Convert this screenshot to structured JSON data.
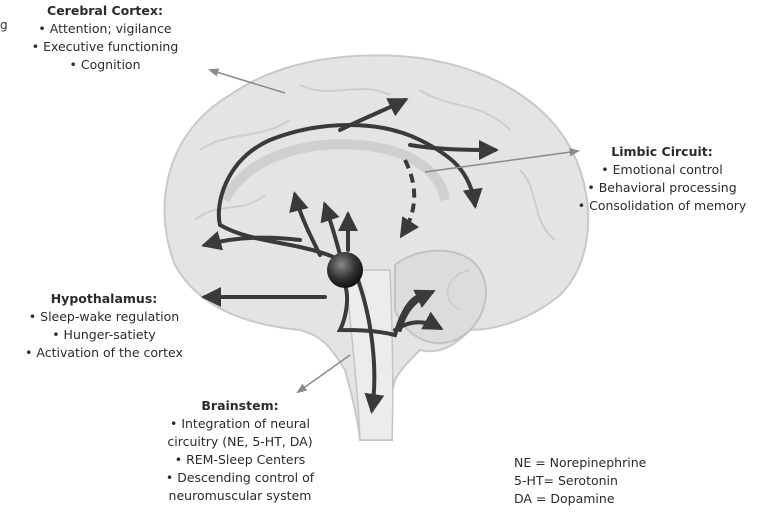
{
  "corner_text": "g",
  "cortex": {
    "title": "Cerebral Cortex:",
    "items": [
      "Attention; vigilance",
      "Executive functioning",
      "Cognition"
    ]
  },
  "limbic": {
    "title": "Limbic Circuit:",
    "items": [
      "Emotional control",
      "Behavioral processing",
      "Consolidation of memory"
    ]
  },
  "hypothalamus": {
    "title": "Hypothalamus:",
    "items": [
      "Sleep-wake regulation",
      "Hunger-satiety",
      "Activation of the cortex"
    ]
  },
  "brainstem": {
    "title": "Brainstem:",
    "items": [
      "Integration of neural",
      "circuitry (NE, 5-HT, DA)",
      "REM-Sleep Centers",
      "Descending control of",
      "neuromuscular system"
    ]
  },
  "legend": {
    "items": [
      "NE = Norepinephrine",
      "5-HT= Serotonin",
      "DA = Dopamine"
    ]
  },
  "colors": {
    "brain_fill": "#e4e4e4",
    "tract": "#3a3a3a",
    "pointer": "#8a8a8a"
  }
}
